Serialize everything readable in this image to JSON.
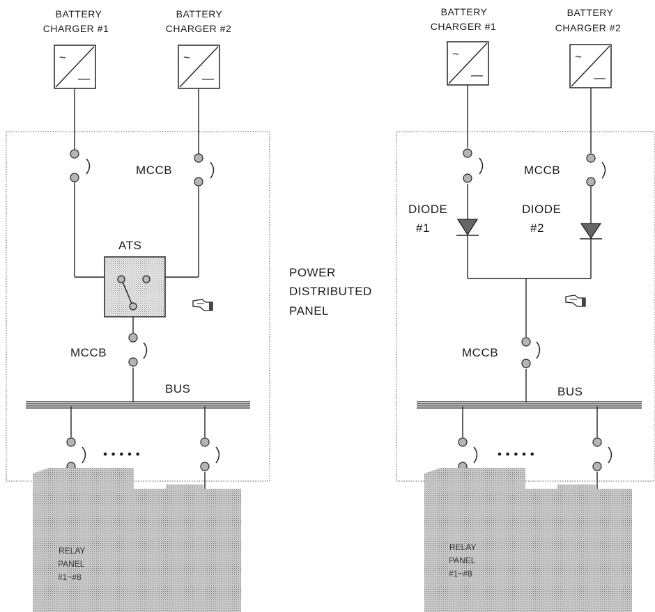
{
  "shared": {
    "panel_label": [
      "POWER",
      "DISTRIBUTED",
      "PANEL"
    ],
    "ac_symbol": "~",
    "dc_symbol": "—"
  },
  "left": {
    "charger1": [
      "BATTERY",
      "CHARGER #1"
    ],
    "charger2": [
      "BATTERY",
      "CHARGER #2"
    ],
    "mccb_top": "MCCB",
    "ats": "ATS",
    "mccb_mid": "MCCB",
    "bus": "BUS",
    "dots": "• • • • •",
    "relay": [
      "RELAY",
      "PANEL",
      "#1~#8"
    ]
  },
  "right": {
    "charger1": [
      "BATTERY",
      "CHARGER #1"
    ],
    "charger2": [
      "BATTERY",
      "CHARGER #2"
    ],
    "mccb_top": "MCCB",
    "diode1": [
      "DIODE",
      "#1"
    ],
    "diode2": [
      "DIODE",
      "#2"
    ],
    "mccb_mid": "MCCB",
    "bus": "BUS",
    "dots": "• • • • •",
    "relay": [
      "RELAY",
      "PANEL",
      "#1~#8"
    ]
  }
}
